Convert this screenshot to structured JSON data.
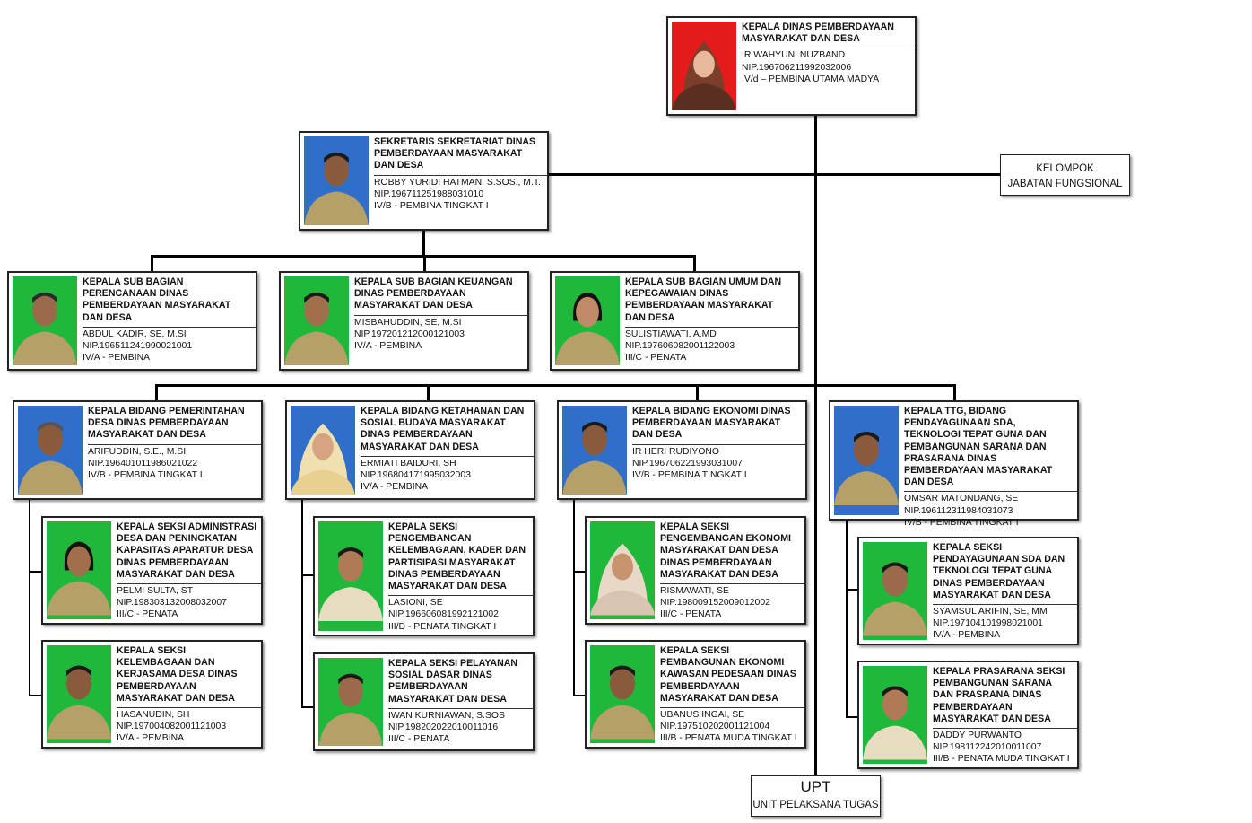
{
  "colors": {
    "red_bg": "#e51b1b",
    "blue_bg": "#2f6ec9",
    "green_bg": "#1fb83a",
    "line": "#000000"
  },
  "head": {
    "title": "KEPALA DINAS PEMBERDAYAAN MASYARAKAT DAN DESA",
    "name": "IR WAHYUNI NUZBAND",
    "nip": "NIP.196706211992032006",
    "rank": "IV/d – PEMBINA UTAMA MADYA"
  },
  "secretary": {
    "title": "SEKRETARIS SEKRETARIAT DINAS PEMBERDAYAAN MASYARAKAT DAN DESA",
    "name": "ROBBY YURIDI HATMAN, S.SOS., M.T.",
    "nip": "NIP.196711251988031010",
    "rank": "IV/B - PEMBINA TINGKAT I"
  },
  "subsections": [
    {
      "title": "KEPALA SUB BAGIAN PERENCANAAN DINAS PEMBERDAYAAN MASYARAKAT DAN DESA",
      "name": "ABDUL KADIR, SE, M.SI",
      "nip": "NIP.196511241990021001",
      "rank": "IV/A - PEMBINA"
    },
    {
      "title": "KEPALA SUB BAGIAN KEUANGAN DINAS PEMBERDAYAAN MASYARAKAT DAN DESA",
      "name": "MISBAHUDDIN, SE, M.SI",
      "nip": "NIP.197201212000121003",
      "rank": "IV/A - PEMBINA"
    },
    {
      "title": "KEPALA SUB BAGIAN UMUM DAN KEPEGAWAIAN DINAS PEMBERDAYAAN MASYARAKAT DAN DESA",
      "name": "SULISTIAWATI, A.MD",
      "nip": "NIP.197606082001122003",
      "rank": "III/C - PENATA"
    }
  ],
  "divisions": [
    {
      "title": "KEPALA BIDANG PEMERINTAHAN DESA DINAS PEMBERDAYAAN MASYARAKAT DAN DESA",
      "name": "ARIFUDDIN, S.E., M.SI",
      "nip": "NIP.196401011986021022",
      "rank": "IV/B - PEMBINA TINGKAT I"
    },
    {
      "title": "KEPALA BIDANG KETAHANAN DAN SOSIAL BUDAYA MASYARAKAT DINAS PEMBERDAYAAN MASYARAKAT DAN DESA",
      "name": "ERMIATI BAIDURI, SH",
      "nip": "NIP.196804171995032003",
      "rank": "IV/A - PEMBINA"
    },
    {
      "title": "KEPALA BIDANG EKONOMI DINAS PEMBERDAYAAN MASYARAKAT DAN DESA",
      "name": "IR HERI RUDIYONO",
      "nip": "NIP.196706221993031007",
      "rank": "IV/B - PEMBINA TINGKAT I"
    },
    {
      "title": "KEPALA TTG, BIDANG PENDAYAGUNAAN SDA, TEKNOLOGI TEPAT GUNA DAN PEMBANGUNAN SARANA DAN PRASARANA DINAS PEMBERDAYAAN MASYARAKAT DAN DESA",
      "name": "OMSAR MATONDANG, SE",
      "nip": "NIP.196112311984031073",
      "rank": "IV/B - PEMBINA TINGKAT I"
    }
  ],
  "sections": [
    {
      "title": "KEPALA SEKSI ADMINISTRASI DESA DAN PENINGKATAN KAPASITAS APARATUR DESA DINAS PEMBERDAYAAN MASYARAKAT DAN DESA",
      "name": "PELMI SULTA, ST",
      "nip": "NIP.198303132008032007",
      "rank": "III/C - PENATA"
    },
    {
      "title": "KEPALA SEKSI KELEMBAGAAN DAN KERJASAMA DESA DINAS PEMBERDAYAAN MASYARAKAT DAN DESA",
      "name": "HASANUDIN, SH",
      "nip": "NIP.197004082001121003",
      "rank": "IV/A - PEMBINA"
    },
    {
      "title": "KEPALA SEKSI PENGEMBANGAN KELEMBAGAAN, KADER DAN PARTISIPASI MASYARAKAT DINAS PEMBERDAYAAN MASYARAKAT DAN DESA",
      "name": "LASIONI, SE",
      "nip": "NIP.196606081992121002",
      "rank": "III/D - PENATA TINGKAT I"
    },
    {
      "title": "KEPALA SEKSI PELAYANAN SOSIAL DASAR DINAS PEMBERDAYAAN MASYARAKAT DAN DESA",
      "name": "IWAN KURNIAWAN, S.SOS",
      "nip": "NIP.198202022010011016",
      "rank": "III/C - PENATA"
    },
    {
      "title": "KEPALA SEKSI PENGEMBANGAN EKONOMI MASYARAKAT DAN DESA DINAS PEMBERDAYAAN MASYARAKAT DAN DESA",
      "name": "RISMAWATI, SE",
      "nip": "NIP.198009152009012002",
      "rank": "III/C - PENATA"
    },
    {
      "title": "KEPALA SEKSI PEMBANGUNAN EKONOMI KAWASAN PEDESAAN DINAS PEMBERDAYAAN MASYARAKAT DAN DESA",
      "name": "UBANUS INGAI, SE",
      "nip": "NIP.197510202001121004",
      "rank": "III/B - PENATA MUDA TINGKAT I"
    },
    {
      "title": "KEPALA SEKSI PENDAYAGUNAAN SDA DAN TEKNOLOGI TEPAT GUNA DINAS PEMBERDAYAAN MASYARAKAT DAN DESA",
      "name": "SYAMSUL ARIFIN, SE, MM",
      "nip": "NIP.197104101998021001",
      "rank": "IV/A - PEMBINA"
    },
    {
      "title": "KEPALA PRASARANA SEKSI PEMBANGUNAN SARANA DAN PRASRANA DINAS PEMBERDAYAAN MASYARAKAT DAN DESA",
      "name": "DADDY PURWANTO",
      "nip": "NIP.198112242010011007",
      "rank": "III/B - PENATA MUDA TINGKAT I"
    }
  ],
  "functional_group": {
    "line1": "KELOMPOK",
    "line2": "JABATAN FUNGSIONAL"
  },
  "upt": {
    "abbr": "UPT",
    "full": "UNIT PELAKSANA TUGAS"
  }
}
